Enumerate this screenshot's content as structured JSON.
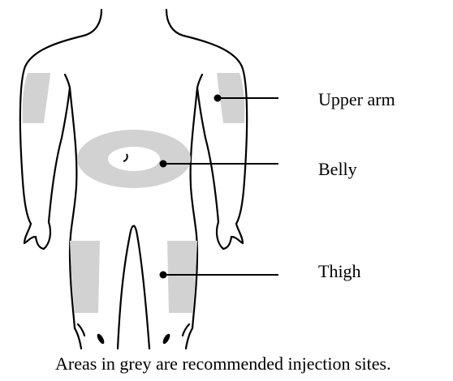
{
  "labels": {
    "upper_arm": "Upper arm",
    "belly": "Belly",
    "thigh": "Thigh"
  },
  "caption": "Areas in grey are recommended injection sites.",
  "colors": {
    "outline": "#000000",
    "injection_site": "#d2d2d2",
    "background": "#ffffff"
  }
}
